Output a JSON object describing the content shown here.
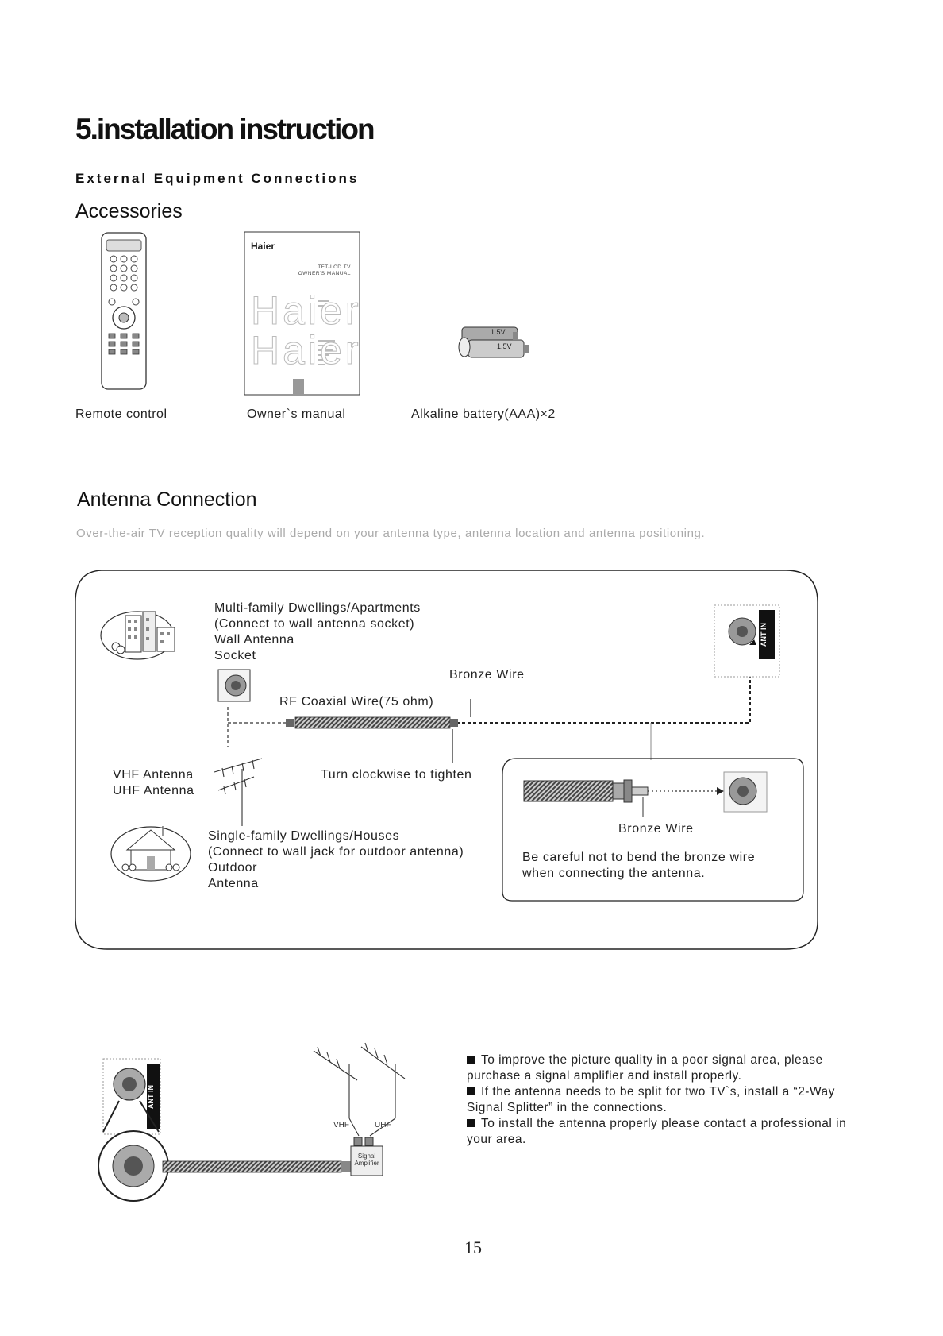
{
  "header": {
    "title": "5.installation instruction",
    "subtitle": "External Equipment Connections"
  },
  "accessories": {
    "heading": "Accessories",
    "items": [
      {
        "label": "Remote control"
      },
      {
        "label": "Owner`s manual"
      },
      {
        "label": "Alkaline battery(AAA)×2"
      }
    ],
    "manual_cover": {
      "brand": "Haier",
      "line1": "TFT-LCD TV",
      "line2": "OWNER'S MANUAL",
      "watermark": "Haier"
    },
    "battery_label": "1.5V"
  },
  "antenna": {
    "heading": "Antenna Connection",
    "intro": "Over-the-air TV reception quality will depend on your antenna type, antenna location and antenna positioning.",
    "diagram": {
      "multi_family": [
        "Multi-family Dwellings/Apartments",
        "(Connect to wall antenna socket)",
        "Wall Antenna",
        "Socket"
      ],
      "bronze_wire": "Bronze Wire",
      "rf_coaxial": "RF Coaxial Wire(75 ohm)",
      "vhf": "VHF Antenna",
      "uhf": "UHF Antenna",
      "turn": "Turn clockwise to tighten",
      "single_family": [
        "Single-family Dwellings/Houses",
        "(Connect to wall jack for outdoor antenna)",
        "Outdoor",
        "Antenna"
      ],
      "inset_bronze": "Bronze Wire",
      "inset_note": [
        "Be careful not to bend the bronze wire",
        "when connecting the antenna."
      ],
      "ant_in": "ANT IN"
    }
  },
  "amplifier": {
    "vhf": "VHF",
    "uhf": "UHF",
    "box": "Signal Amplifier",
    "ant_in": "ANT IN",
    "notes": [
      "To improve the picture quality in a poor signal area, please purchase a signal amplifier and install properly.",
      "If the antenna needs to be split for two TV`s, install a “2-Way Signal Splitter” in the connections.",
      "To install the antenna properly please contact a professional in your area."
    ]
  },
  "page_number": "15"
}
